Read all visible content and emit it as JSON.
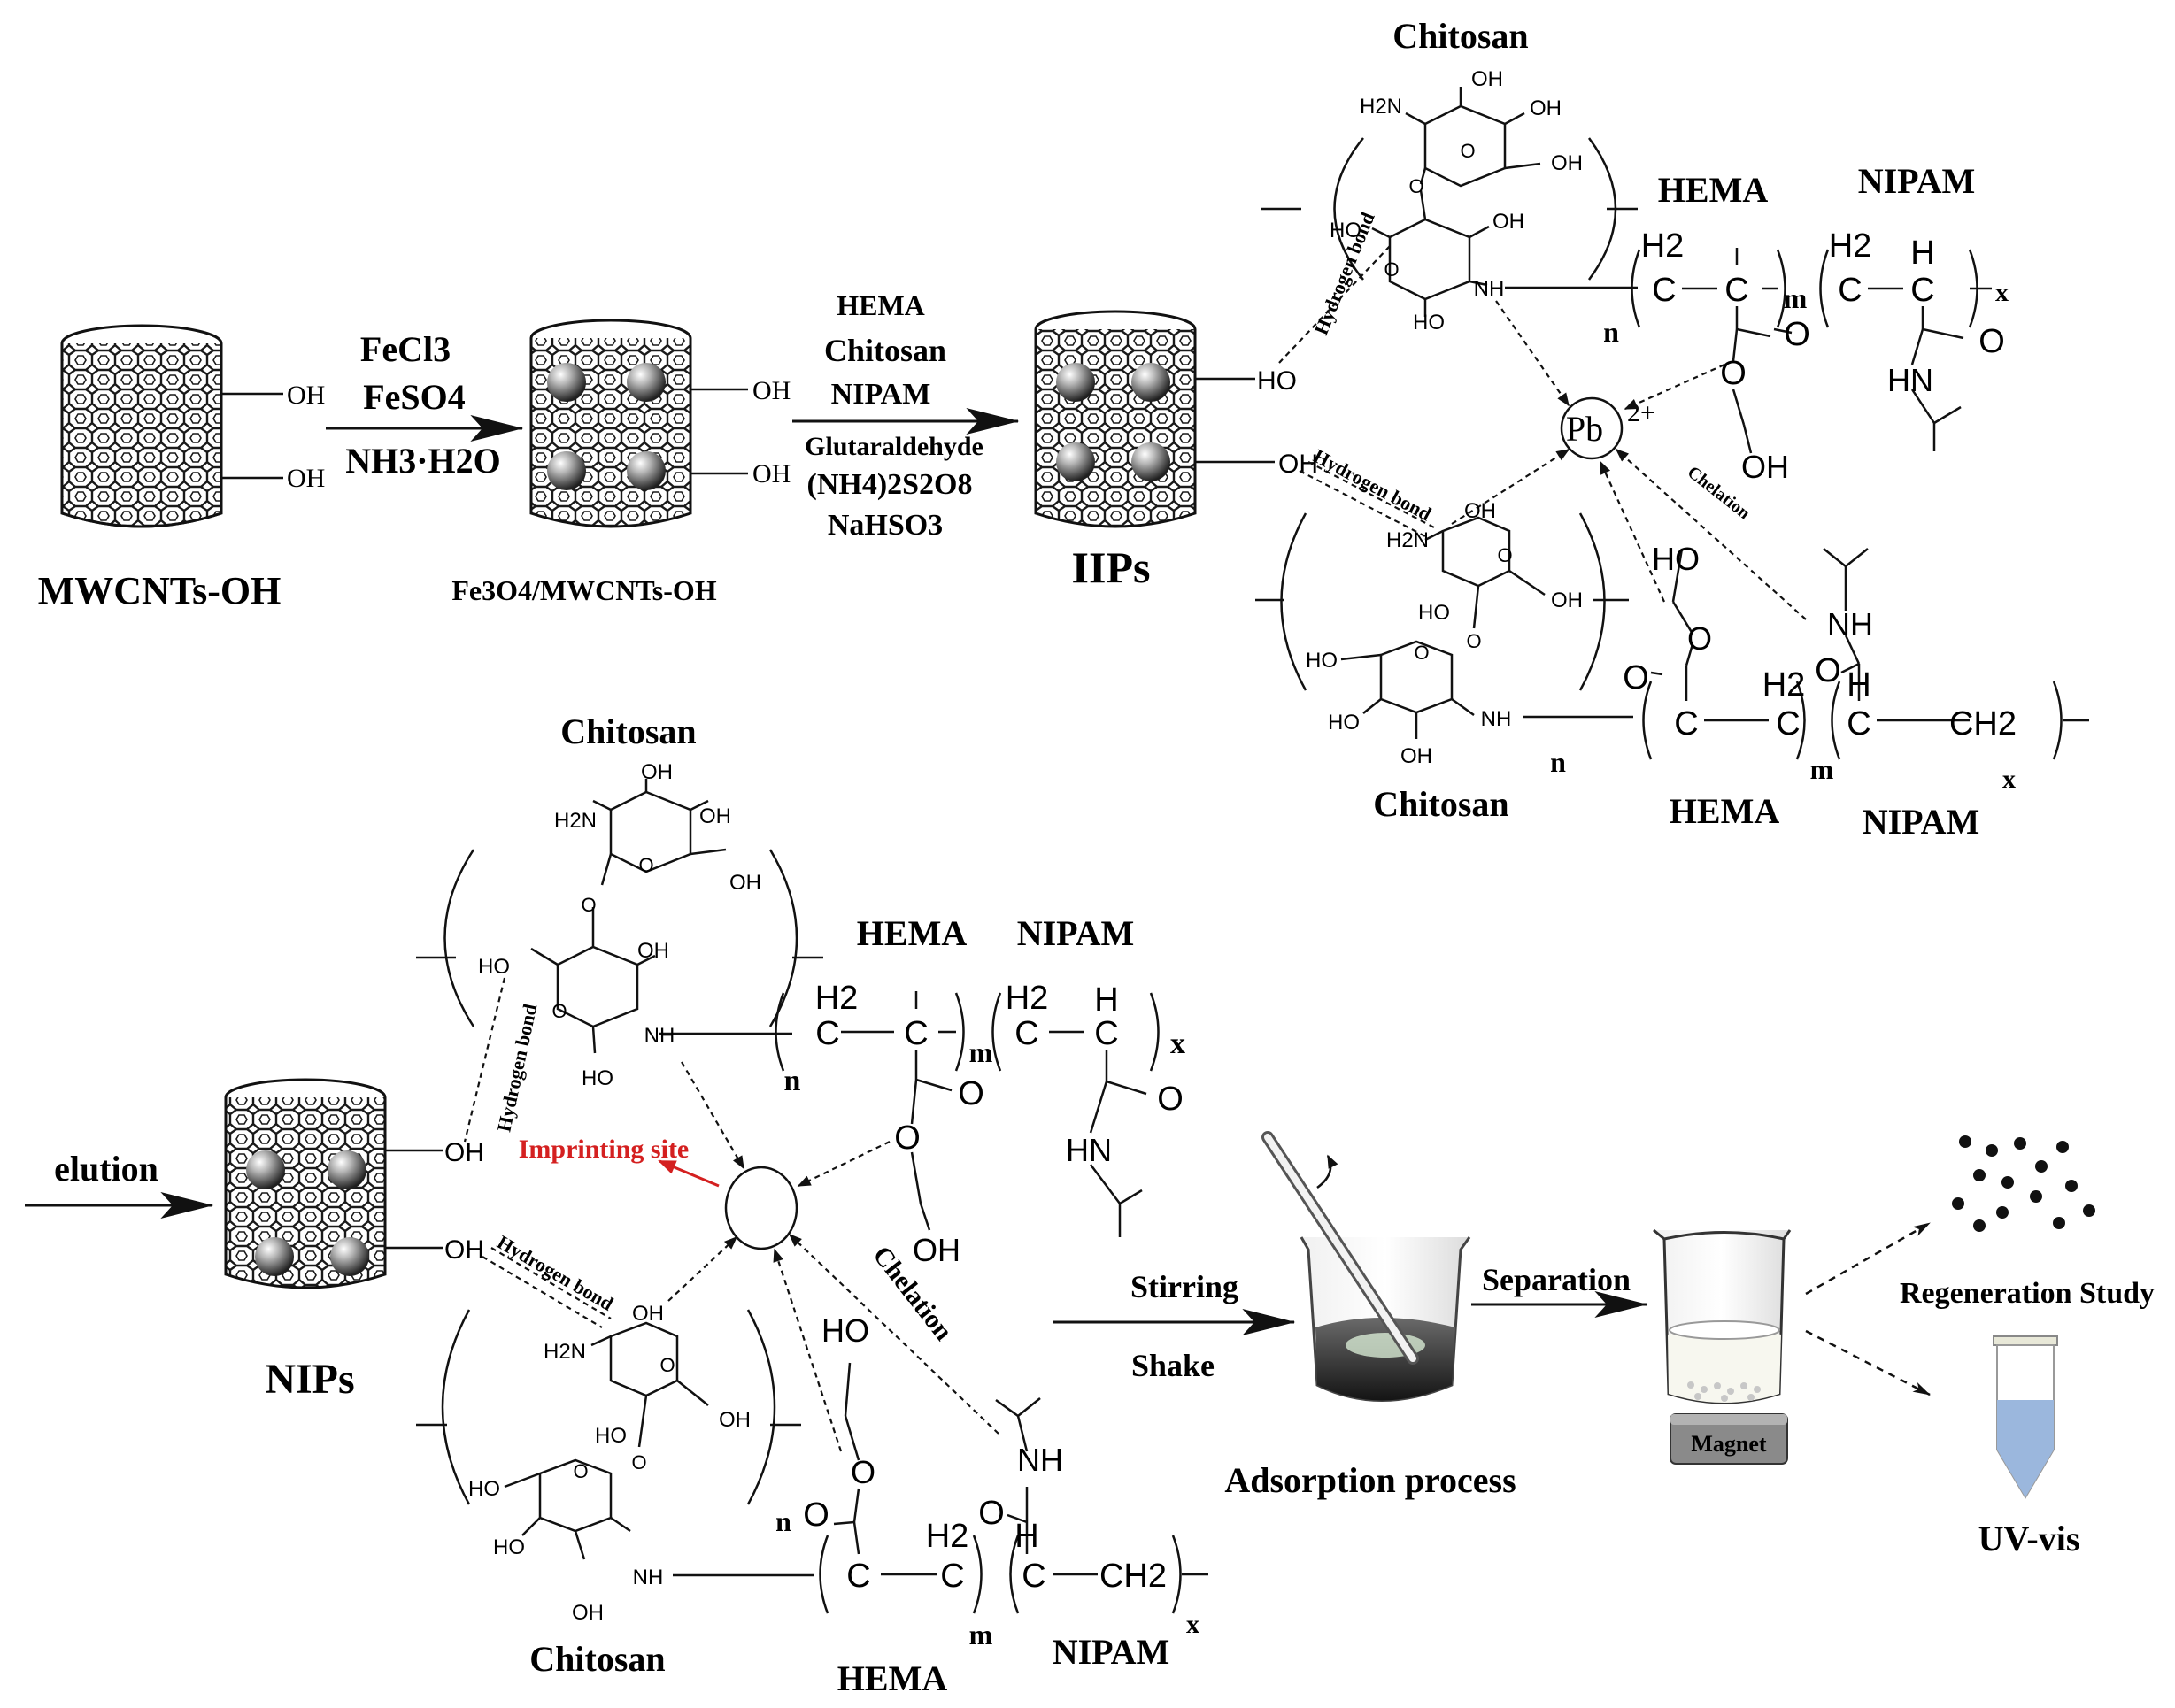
{
  "top_row": {
    "start_label": "MWCNTs-OH",
    "step1_reagents": [
      "FeCl3",
      "FeSO4",
      "NH3·H2O"
    ],
    "fe_label": "Fe3O4/MWCNTs-OH",
    "step2_reagents": [
      "HEMA",
      "Chitosan",
      "NIPAM",
      "Glutaraldehyde",
      "(NH4)2S2O8",
      "NaHSO3"
    ],
    "iips_label": "IIPs",
    "hydroxyl": "OH",
    "ion": "Pb",
    "ion_charge": "2+",
    "hydrogen_bond": "Hydrogen bond",
    "chelation": "Chelation"
  },
  "polymer": {
    "chitosan": "Chitosan",
    "hema": "HEMA",
    "nipam": "NIPAM",
    "sub_n": "n",
    "sub_m": "m",
    "sub_x": "x",
    "h2": "H2",
    "h": "H",
    "c": "C",
    "o": "O",
    "oh": "OH",
    "ho": "HO",
    "nh": "NH",
    "hn": "HN",
    "h2n": "H2N",
    "ch2": "CH2"
  },
  "bottom_row": {
    "elution": "elution",
    "nips_label": "NIPs",
    "imprinting_site": "Imprinting site",
    "hydrogen_bond": "Hydrogen bond",
    "chelation": "Chelation",
    "stirring": "Stirring",
    "shake": "Shake",
    "adsorption": "Adsorption process",
    "separation": "Separation",
    "magnet": "Magnet",
    "regeneration": "Regeneration Study",
    "uvvis": "UV-vis"
  },
  "colors": {
    "ink": "#111111",
    "accent_red": "#d42020",
    "tube_blue": "#9bb7dd",
    "magnet_gray": "#8a8a8a"
  }
}
